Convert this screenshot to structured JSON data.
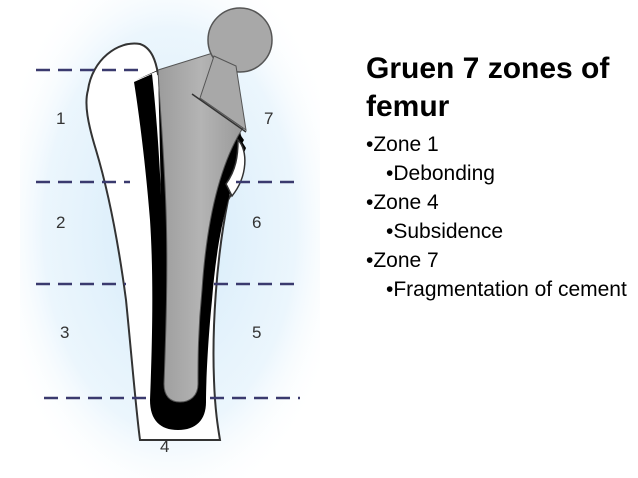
{
  "title": "Gruen 7 zones of femur",
  "bullets": [
    {
      "text": "•Zone 1",
      "level": 1
    },
    {
      "text": "•Debonding",
      "level": 2
    },
    {
      "text": "•Zone 4",
      "level": 1
    },
    {
      "text": "•Subsidence",
      "level": 2
    },
    {
      "text": "•Zone 7",
      "level": 1
    },
    {
      "text": "•Fragmentation of cement",
      "level": 2
    }
  ],
  "figure": {
    "zone_labels": [
      "1",
      "2",
      "3",
      "4",
      "5",
      "6",
      "7"
    ],
    "colors": {
      "background_glow": "#cfe8f8",
      "bone": "#ffffff",
      "cement": "#000000",
      "prosthesis": "#a7a7a7",
      "zone_lines": "#3a3a6e"
    }
  }
}
